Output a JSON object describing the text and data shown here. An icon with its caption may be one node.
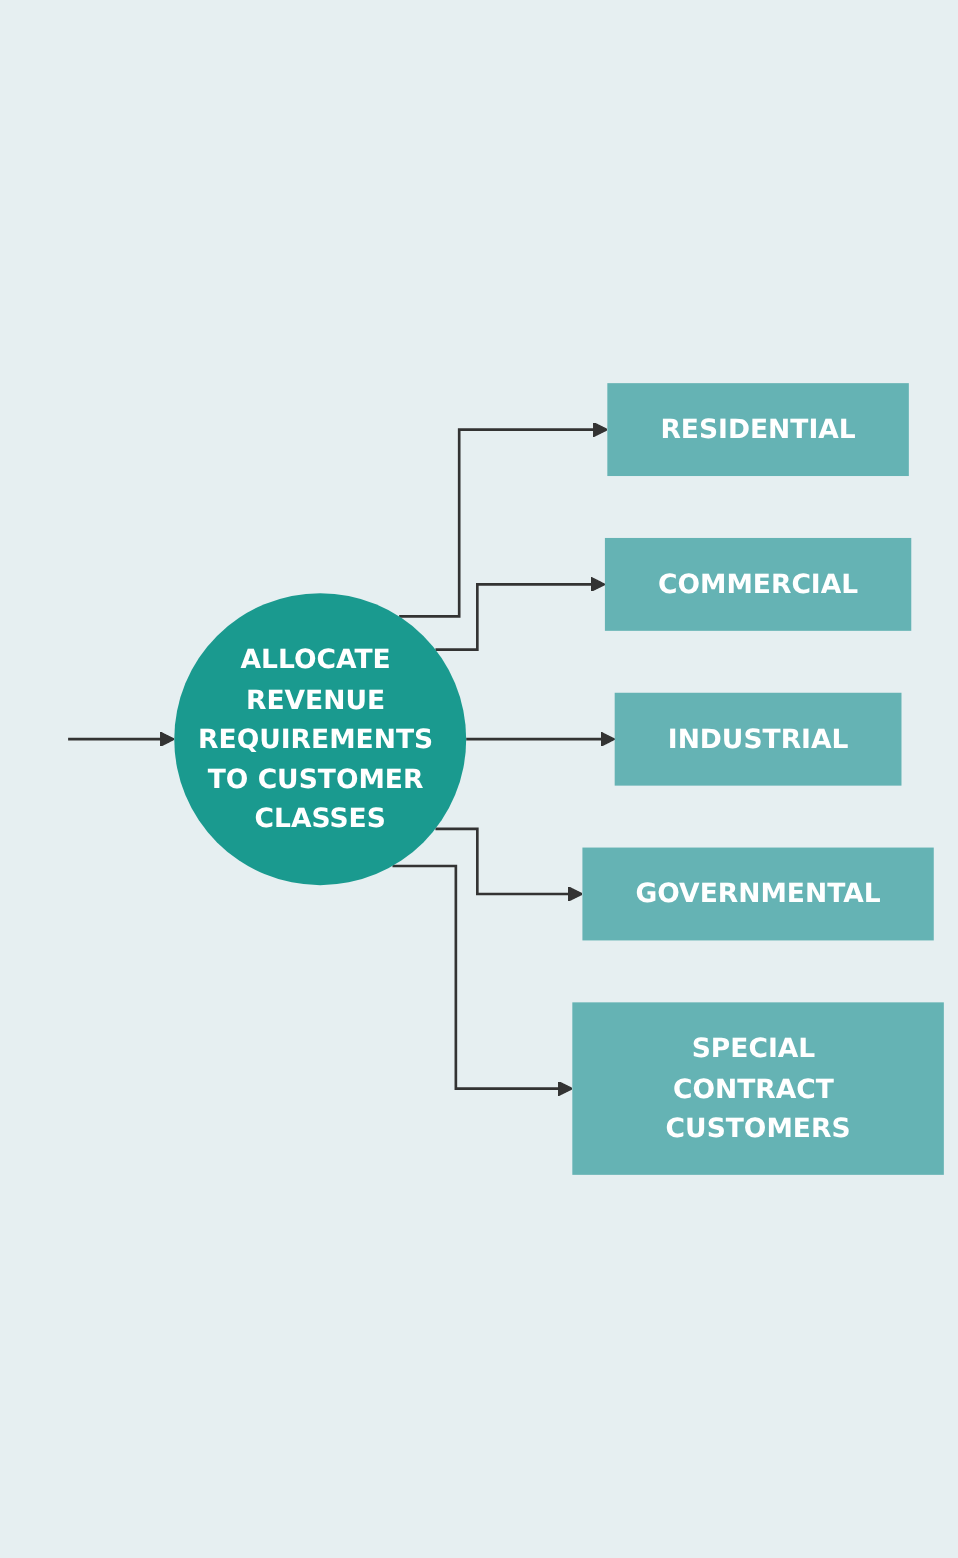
{
  "diagram": {
    "nodes": [
      {
        "text": [
          "ALLOCATE REVENUE REQUIREMENTS TO CUSTOMER CLASSES"
        ]
      },
      {
        "text": [
          "RESIDENTIAL"
        ]
      },
      {
        "text": [
          "COMMERCIAL"
        ]
      },
      {
        "text": [
          "INDUSTRIAL"
        ]
      },
      {
        "text": [
          "GOVERNMENTAL"
        ]
      },
      {
        "text": [
          "SPECIAL CONTRACT CUSTOMERS"
        ]
      }
    ],
    "edges": [
      {
        "from": null,
        "to": 0,
        "arrow": "to"
      },
      {
        "from": 0,
        "to": 1,
        "arrow": "to"
      },
      {
        "from": 0,
        "to": 2,
        "arrow": "to"
      },
      {
        "from": 0,
        "to": 3,
        "arrow": "to"
      },
      {
        "from": 0,
        "to": 4,
        "arrow": "to"
      },
      {
        "from": 0,
        "to": 5,
        "arrow": "to"
      }
    ]
  }
}
